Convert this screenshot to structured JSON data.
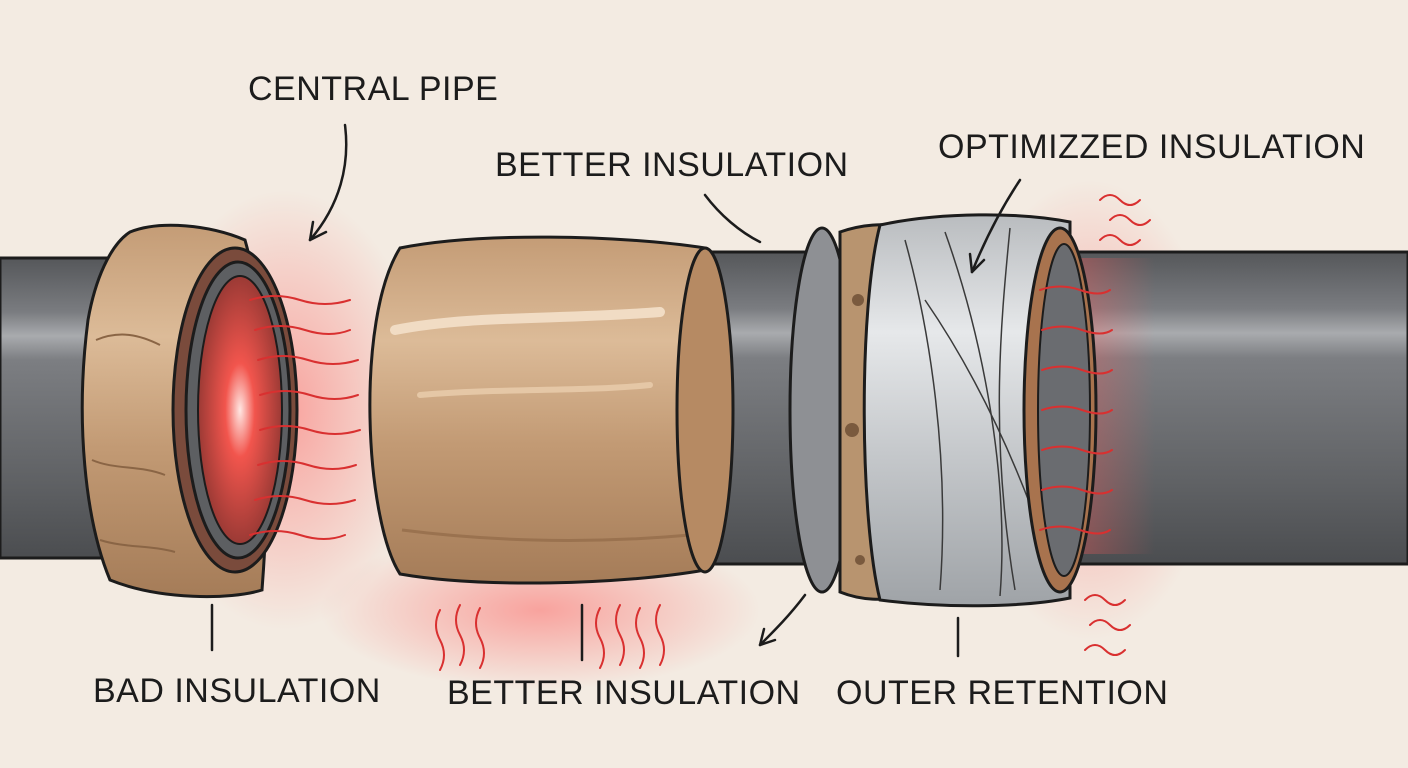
{
  "labels": {
    "central_pipe": "CENTRAL PIPE",
    "better_insulation_top": "BETTER INSULATION",
    "optimized_insulation": "OPTIMIZZED INSULATION",
    "bad_insulation": "BAD INSULATION",
    "better_insulation_bottom": "BETTER INSULATION",
    "outer_retention": "OUTER RETENTION"
  },
  "colors": {
    "background": "#f3ebe2",
    "pipe": "#6d6f72",
    "insulation": "#c9a07a",
    "wrap": "#cdd0d2",
    "heat": "#e23b3b",
    "outline": "#1c1c1c"
  }
}
